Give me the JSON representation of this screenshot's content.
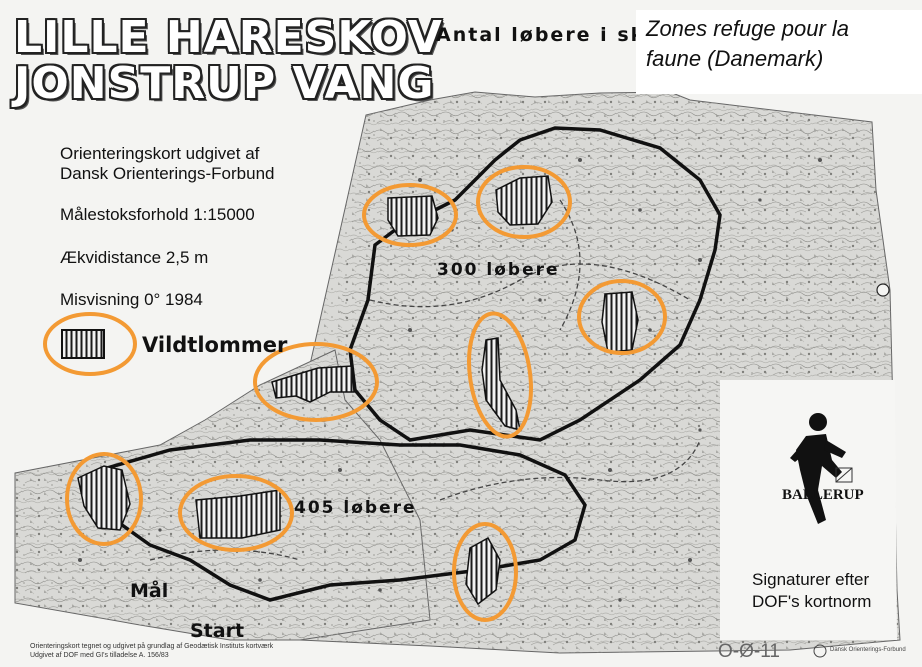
{
  "map": {
    "title_line1": "LILLE HARESKOV",
    "title_line2": "JONSTRUP VANG",
    "header_partial": "Antal løbere i sk",
    "caption_line1": "Zones refuge pour la",
    "caption_line2": "faune (Danemark)",
    "info_line1": "Orienteringskort udgivet af",
    "info_line2": "Dansk Orienterings-Forbund",
    "scale": "Målestoksforhold 1:15000",
    "contour": "Ækvidistance 2,5 m",
    "declination": "Misvisning 0° 1984",
    "legend_label": "Vildtlommer",
    "runners_north": "300 løbere",
    "runners_south": "405 løbere",
    "finish_label": "Mål",
    "start_label": "Start",
    "sponsor": "BALLERUP",
    "signature_line1": "Signaturer efter",
    "signature_line2": "DOF's kortnorm",
    "map_code": "O-Ø-11",
    "publisher": "Dansk Orienterings-Forbund",
    "copyright_line1": "Orienteringskort tegnet og udgivet på grundlag af Geodætisk Instituts kortværk",
    "copyright_line2": "Udgivet af DOF med GI's tilladelse A. 156/83",
    "highlight_color": "#f39a34",
    "icons": [
      "runner-icon",
      "copyright-icon",
      "hatched-area-icon"
    ]
  }
}
